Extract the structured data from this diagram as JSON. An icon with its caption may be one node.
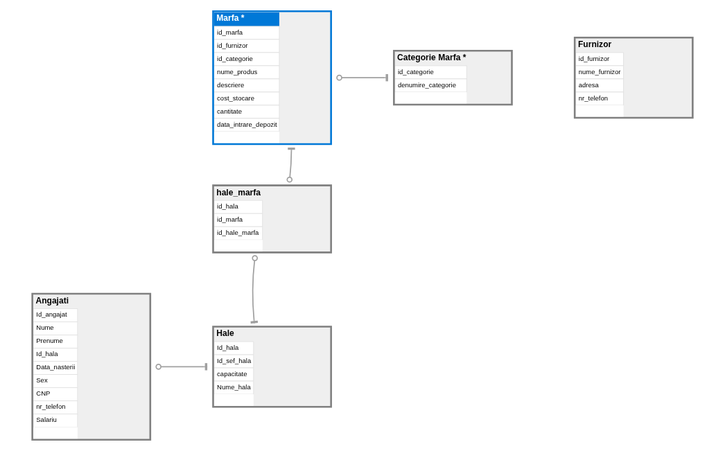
{
  "diagram": {
    "nodes": [
      {
        "text": [
          "Marfa *",
          "id_marfa",
          "id_furnizor",
          "id_categorie",
          "nume_produs",
          "descriere",
          "cost_stocare",
          "cantitate",
          "data_intrare_depozit"
        ]
      },
      {
        "text": [
          "Categorie Marfa *",
          "id_categorie",
          "denumire_categorie"
        ]
      },
      {
        "text": [
          "Furnizor",
          "id_furnizor",
          "nume_furnizor",
          "adresa",
          "nr_telefon"
        ]
      },
      {
        "text": [
          "hale_marfa",
          "id_hala",
          "id_marfa",
          "id_hale_marfa"
        ]
      },
      {
        "text": [
          "Angajati",
          "Id_angajat",
          "Nume",
          "Prenume",
          "Id_hala",
          "Data_nasterii",
          "Sex",
          "CNP",
          "nr_telefon",
          "Salariu"
        ]
      },
      {
        "text": [
          "Hale",
          "Id_hala",
          "Id_sef_hala",
          "capacitate",
          "Nume_hala"
        ]
      }
    ],
    "edges": [
      {
        "from": 0,
        "to": 1,
        "arrow": "other"
      },
      {
        "from": 3,
        "to": 0,
        "arrow": "other"
      },
      {
        "from": 3,
        "to": 5,
        "arrow": "other"
      },
      {
        "from": 4,
        "to": 5,
        "arrow": "other"
      }
    ]
  }
}
